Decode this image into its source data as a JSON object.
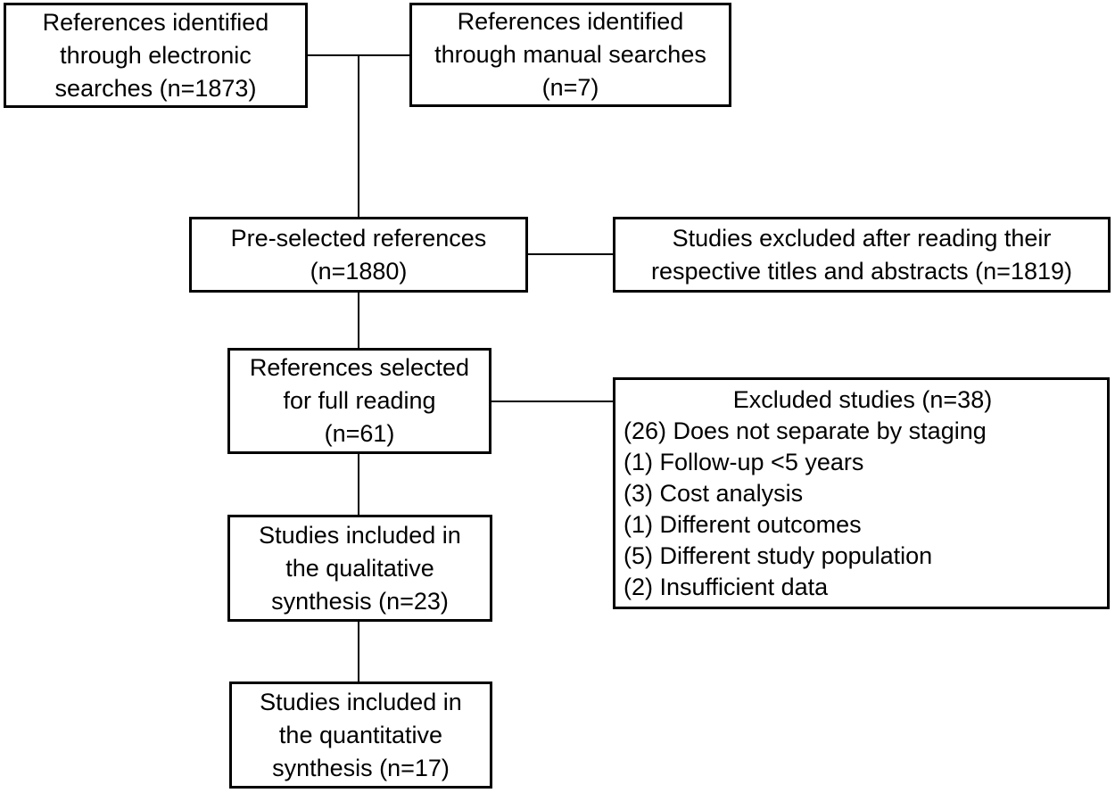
{
  "diagram": {
    "colors": {
      "background": "#ffffff",
      "box_border": "#000000",
      "text": "#000000"
    },
    "boxes": {
      "electronic": {
        "lines": [
          "References identified",
          "through electronic",
          "searches (n=1873)"
        ]
      },
      "manual": {
        "lines": [
          "References identified",
          "through manual searches",
          "(n=7)"
        ]
      },
      "preselected": {
        "lines": [
          "Pre-selected references",
          "(n=1880)"
        ]
      },
      "excluded_abstracts": {
        "lines": [
          "Studies excluded after reading their",
          "respective titles and abstracts (n=1819)"
        ]
      },
      "full_reading": {
        "lines": [
          "References selected",
          "for full reading",
          "(n=61)"
        ]
      },
      "excluded_studies": {
        "title": "Excluded studies (n=38)",
        "reasons": [
          "(26) Does not separate by staging",
          "(1) Follow-up <5 years",
          "(3) Cost analysis",
          "(1) Different outcomes",
          "(5) Different study population",
          "(2) Insufficient data"
        ]
      },
      "qualitative": {
        "lines": [
          "Studies included in",
          "the qualitative",
          "synthesis (n=23)"
        ]
      },
      "quantitative": {
        "lines": [
          "Studies included in",
          "the quantitative",
          "synthesis (n=17)"
        ]
      }
    }
  }
}
